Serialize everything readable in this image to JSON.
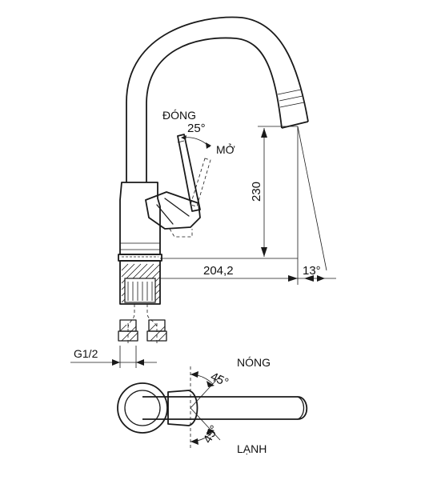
{
  "labels": {
    "dong": "ĐÓNG",
    "mo": "MỞ",
    "nong": "NÓNG",
    "lanh": "LẠNH"
  },
  "dimensions": {
    "handle_angle": "25°",
    "height": "230",
    "reach": "204,2",
    "spout_tilt": "13°",
    "thread": "G1/2",
    "hot_angle": "45°",
    "cold_angle": "45°"
  }
}
